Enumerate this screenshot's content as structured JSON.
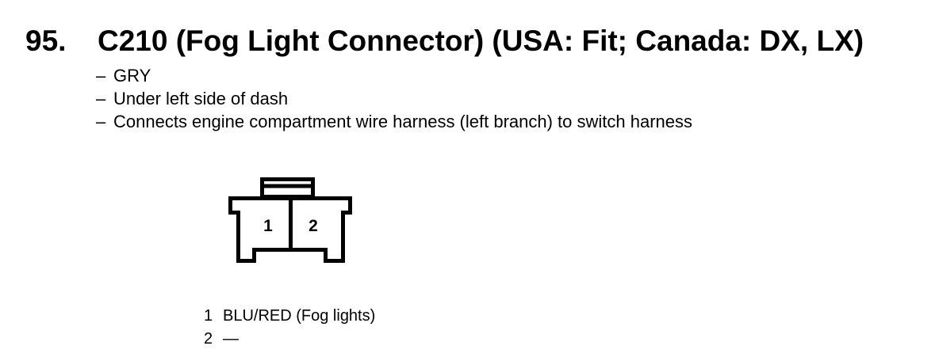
{
  "heading": {
    "number": "95.",
    "title": "C210 (Fog Light Connector) (USA: Fit; Canada: DX, LX)"
  },
  "details": [
    {
      "dash": "–",
      "text": "GRY"
    },
    {
      "dash": "–",
      "text": "Under left side of dash"
    },
    {
      "dash": "–",
      "text": "Connects engine compartment wire harness (left branch) to switch harness"
    }
  ],
  "connector": {
    "cavities": [
      {
        "label": "1"
      },
      {
        "label": "2"
      }
    ]
  },
  "pins": [
    {
      "number": "1",
      "description": "BLU/RED (Fog lights)"
    },
    {
      "number": "2",
      "description": "—"
    }
  ]
}
